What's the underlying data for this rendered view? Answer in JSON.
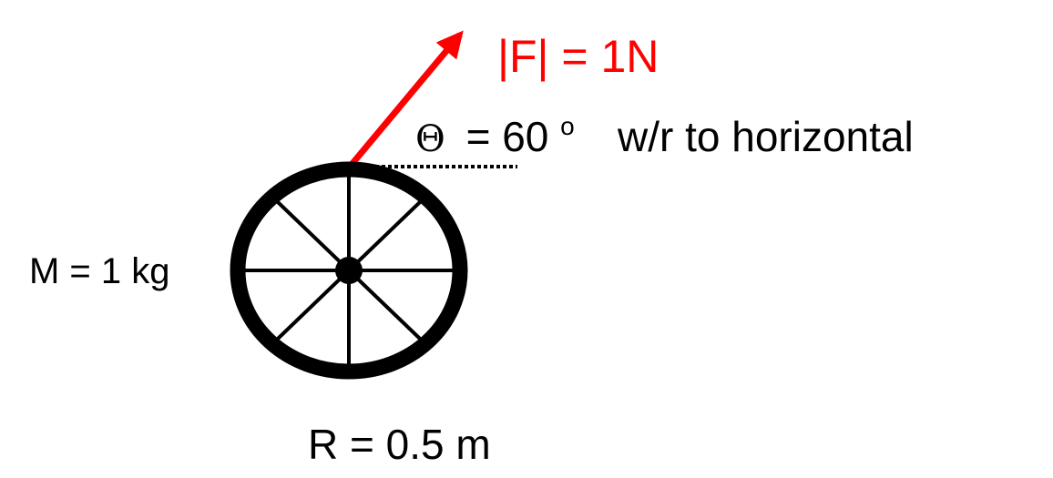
{
  "force_label": "|F| = 1N",
  "angle_symbol": "Θ",
  "angle_rest": "= 60",
  "angle_degree": "o",
  "angle_tail": "w/r to horizontal",
  "mass_label": "M = 1 kg",
  "radius_label": "R = 0.5 m",
  "colors": {
    "force": "#ff0000",
    "ink": "#000000",
    "background": "#ffffff"
  }
}
